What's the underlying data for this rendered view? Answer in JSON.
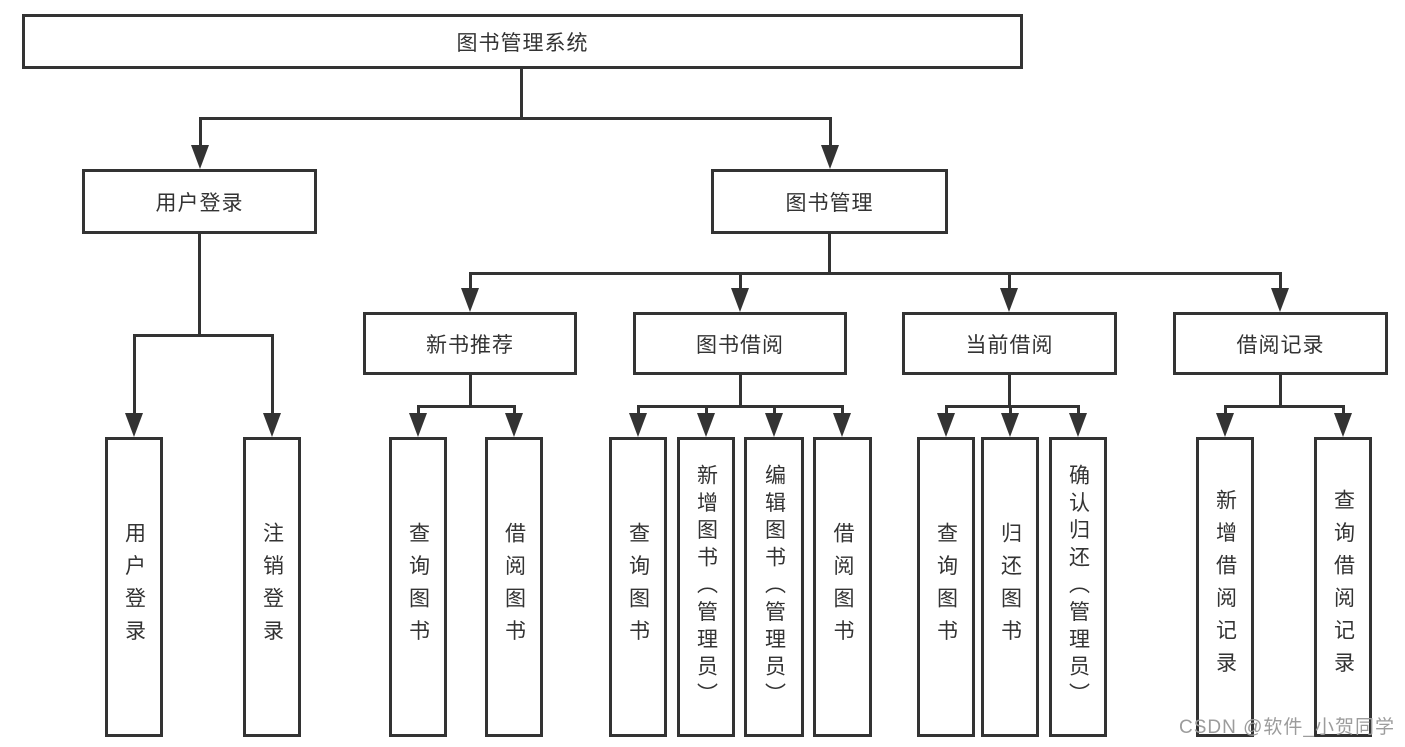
{
  "diagram": {
    "title": "图书管理系统",
    "type": "hierarchy-tree",
    "tree": {
      "label": "图书管理系统",
      "children": [
        {
          "label": "用户登录",
          "children": [
            {
              "label": "用户登录"
            },
            {
              "label": "注销登录"
            }
          ]
        },
        {
          "label": "图书管理",
          "children": [
            {
              "label": "新书推荐",
              "children": [
                {
                  "label": "查询图书"
                },
                {
                  "label": "借阅图书"
                }
              ]
            },
            {
              "label": "图书借阅",
              "children": [
                {
                  "label": "查询图书"
                },
                {
                  "label": "新增图书（管理员）"
                },
                {
                  "label": "编辑图书（管理员）"
                },
                {
                  "label": "借阅图书"
                }
              ]
            },
            {
              "label": "当前借阅",
              "children": [
                {
                  "label": "查询图书"
                },
                {
                  "label": "归还图书"
                },
                {
                  "label": "确认归还（管理员）"
                }
              ]
            },
            {
              "label": "借阅记录",
              "children": [
                {
                  "label": "新增借阅记录"
                },
                {
                  "label": "查询借阅记录"
                }
              ]
            }
          ]
        }
      ]
    },
    "colors": {
      "line": "#333333",
      "text": "#333333",
      "background": "#ffffff",
      "watermark": "#9c9c9c"
    }
  },
  "watermark": {
    "text": "CSDN @软件_小贺同学"
  }
}
